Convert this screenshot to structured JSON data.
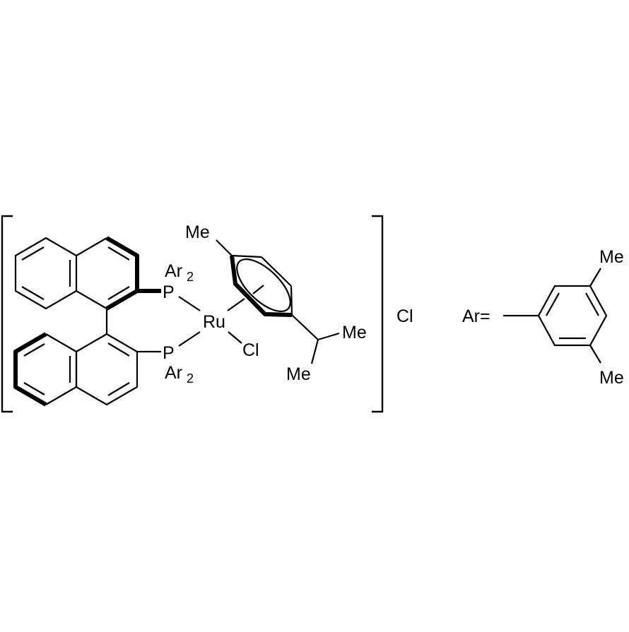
{
  "figure": {
    "type": "chemical-structure",
    "compound": "[RuCl(p-cymene)((S)- or (R)-DM-BINAP)]Cl",
    "colors": {
      "ink": "#000000",
      "background": "#ffffff"
    }
  },
  "labels": {
    "p_upper": "P",
    "ar2_upper": "Ar",
    "ar2_upper_sub": "2",
    "p_lower": "P",
    "ar2_lower": "Ar",
    "ar2_lower_sub": "2",
    "metal": "Ru",
    "cl_ligand": "Cl",
    "cymene_me_top": "Me",
    "ipr_me_right": "Me",
    "ipr_me_bottom": "Me",
    "counterion": "Cl",
    "ar_definition": "Ar=",
    "aryl_me_top": "Me",
    "aryl_me_bottom": "Me"
  },
  "components": {
    "ligand": "BINAP backbone (binaphthyl) with two PAr2 groups",
    "arene": "p-cymene (η6)",
    "ar_group": "3,5-dimethylphenyl"
  }
}
